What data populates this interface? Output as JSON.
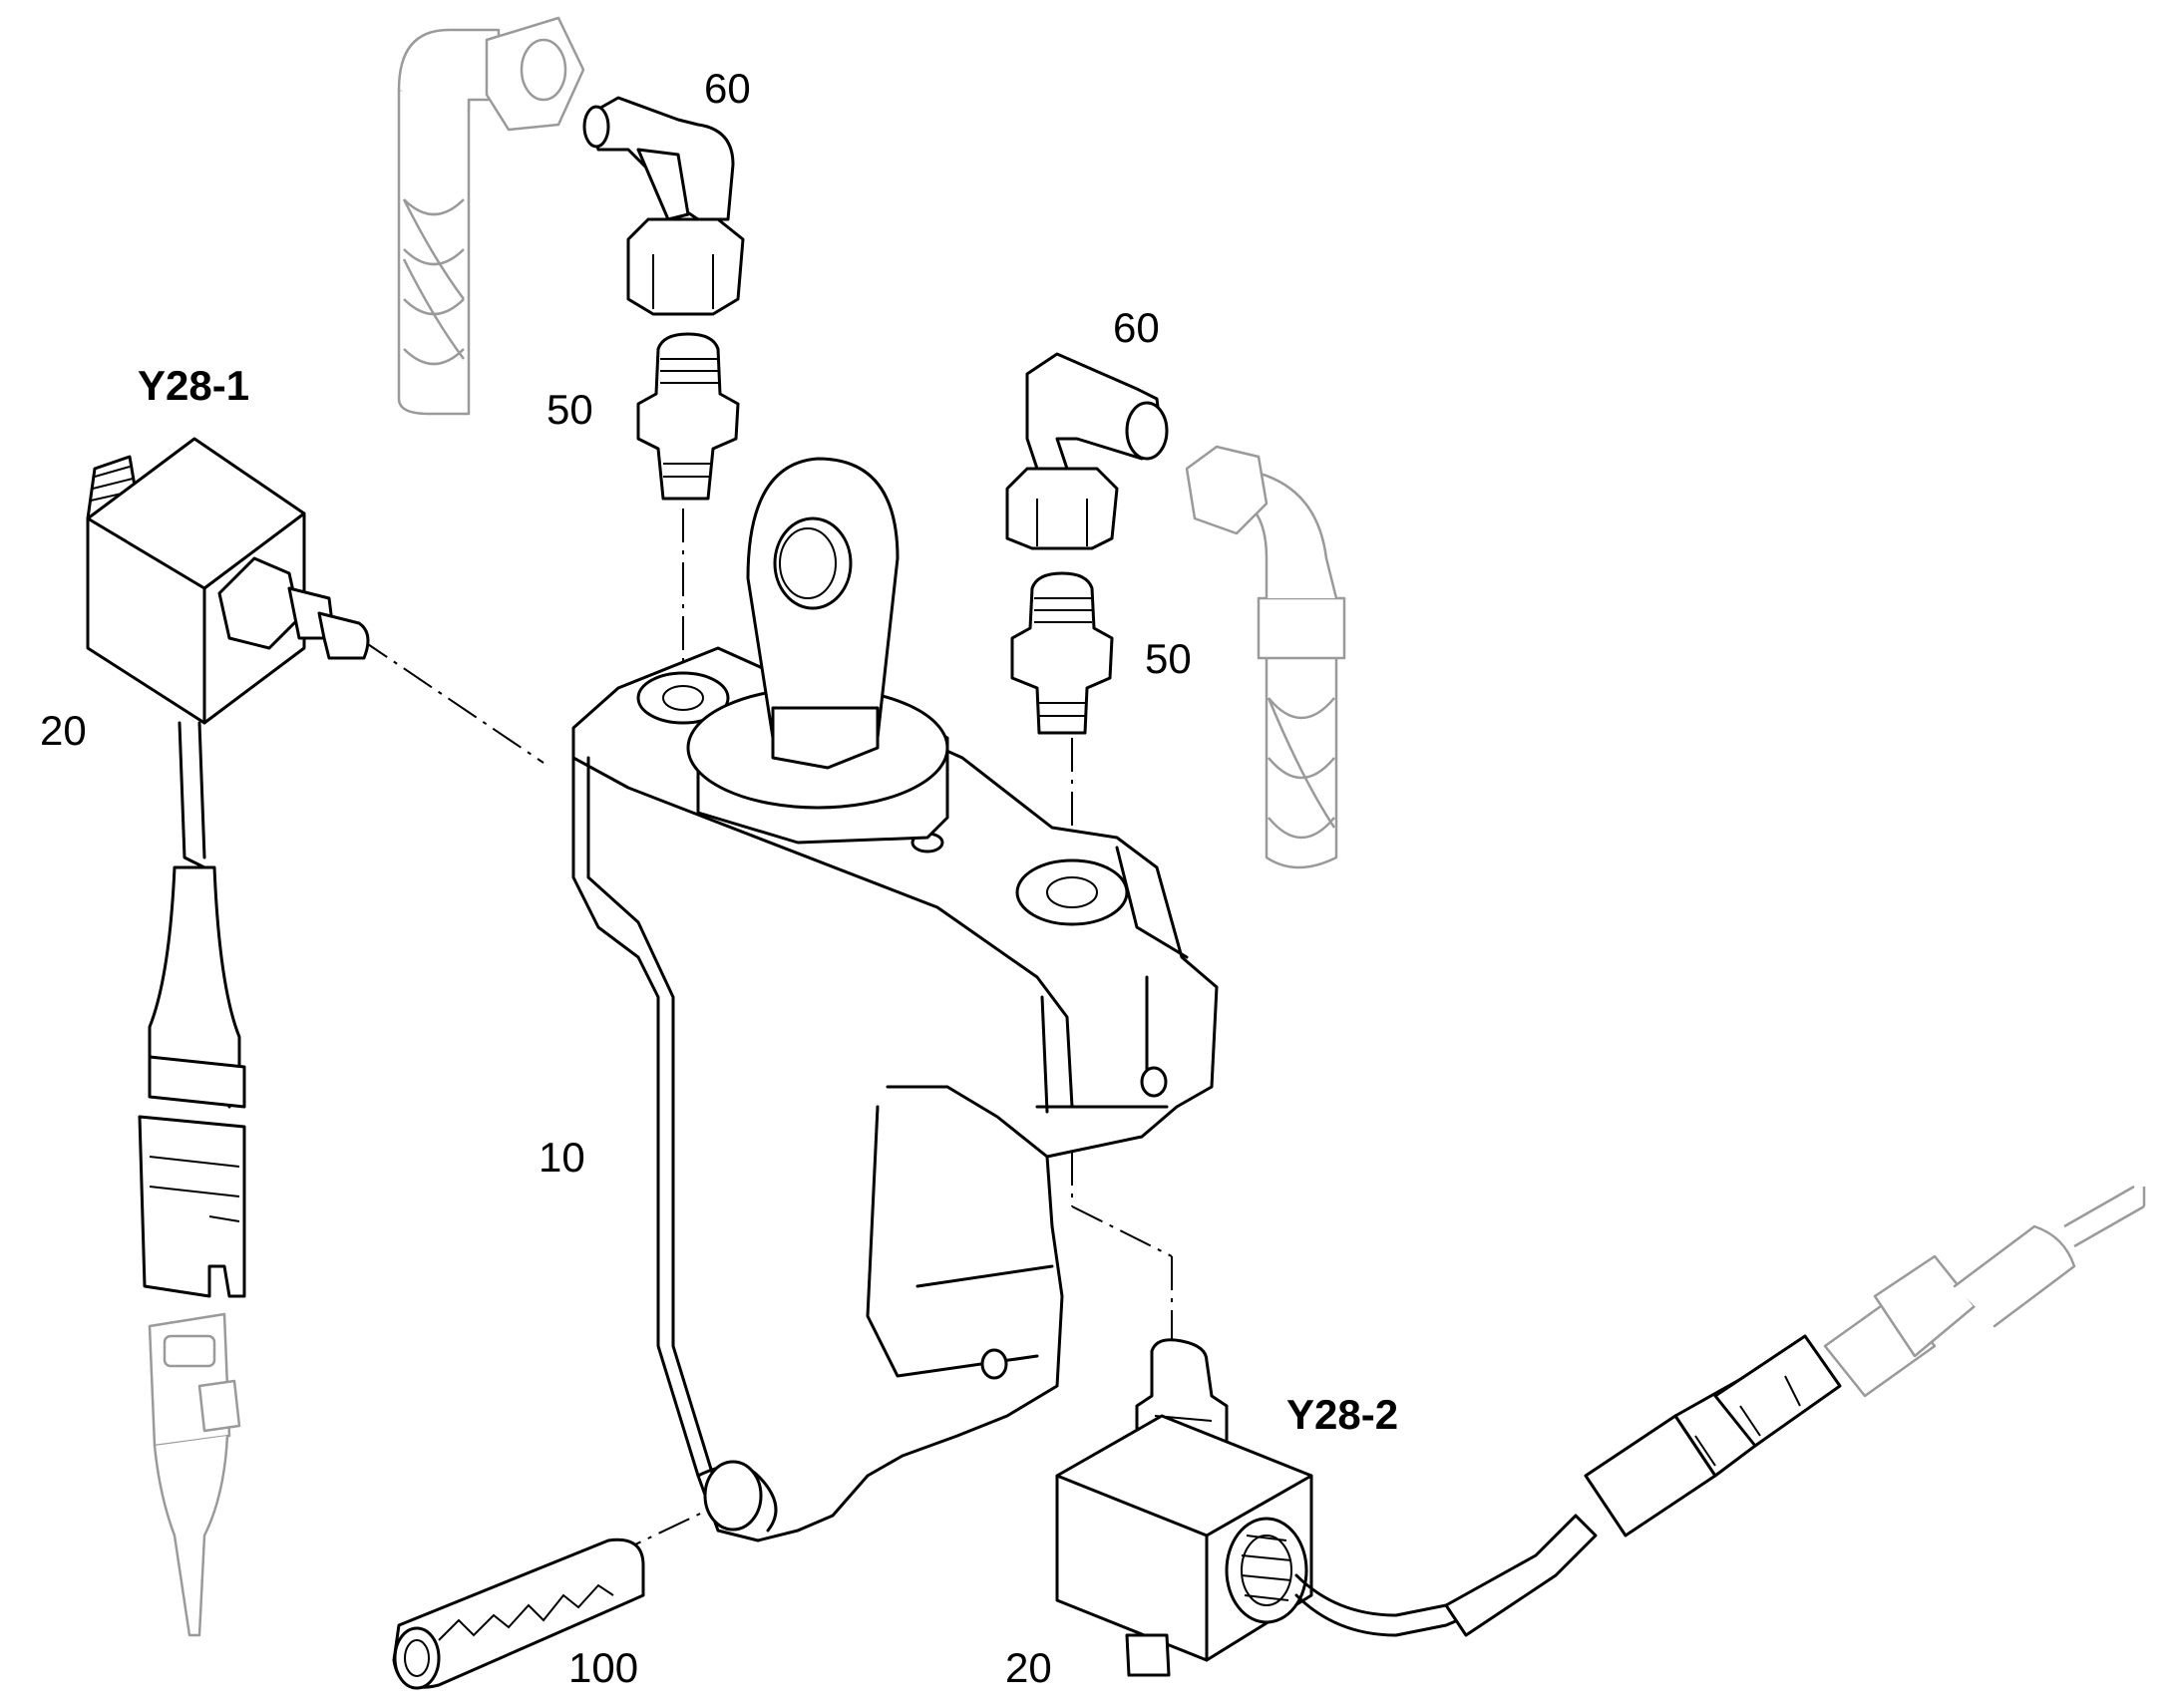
{
  "callouts": {
    "elbow_top": "60",
    "elbow_right": "60",
    "nipple_left": "50",
    "nipple_right": "50",
    "solenoid_top_tag": "Y28-1",
    "solenoid_bottom_tag": "Y28-2",
    "solenoid_top_num": "20",
    "solenoid_bottom_num": "20",
    "bracket": "10",
    "pin": "100"
  }
}
